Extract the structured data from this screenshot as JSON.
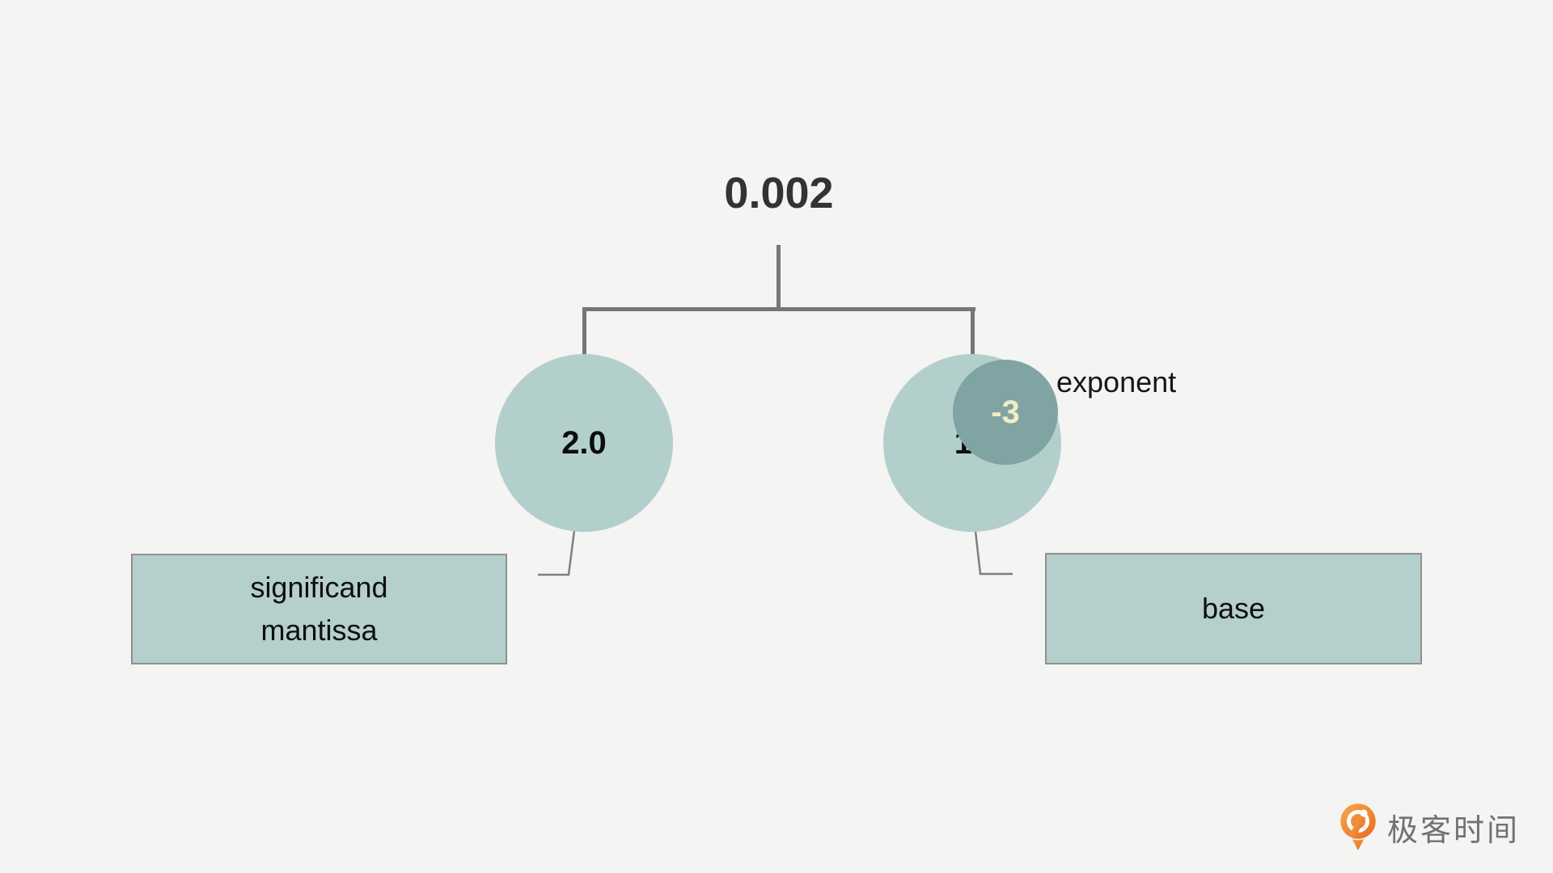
{
  "diagram": {
    "root_value": "0.002",
    "significand_node_value": "2.0",
    "base_node_value": "10",
    "exponent_value": "-3",
    "exponent_label": "exponent",
    "significand_box_line1": "significand",
    "significand_box_line2": "mantissa",
    "base_box_label": "base"
  },
  "logo": {
    "brand": "极客时间"
  },
  "colors": {
    "background": "#f4f4f3",
    "node_fill": "#b3cfcc",
    "exponent_circle_fill": "#80a4a4",
    "exponent_value_text": "#f1eec3",
    "connector_line": "#767676",
    "leader_line": "#7e7e7e",
    "box_border": "#909090",
    "title_text": "#333236",
    "body_text": "#0f0f0f",
    "logo_orange": "#ec7a28",
    "logo_gray_text": "#727176"
  }
}
